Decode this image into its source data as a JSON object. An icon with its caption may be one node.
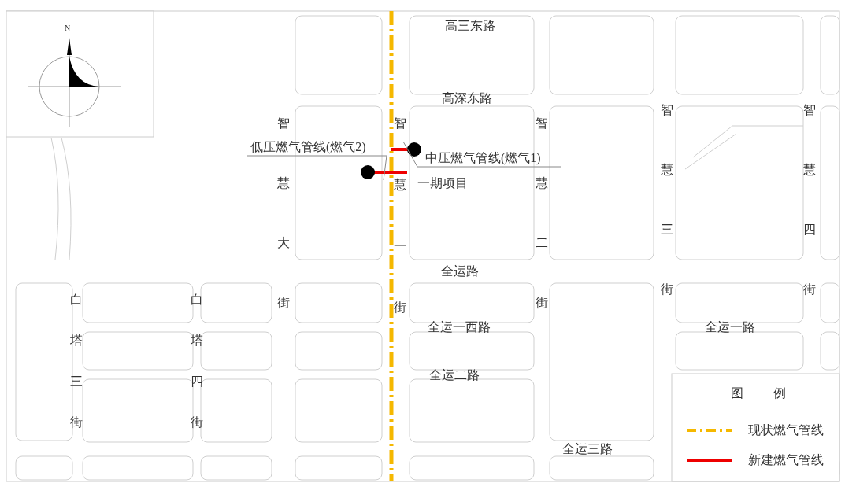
{
  "diagram": {
    "nodes": [
      {
        "text": [
          "低压燃气管线(燃气2)"
        ]
      },
      {
        "text": [
          "中压燃气管线(燃气1)"
        ]
      },
      {
        "text": [],
        "shape": "bar"
      },
      {
        "text": [],
        "shape": "bar"
      }
    ],
    "edges": [
      {
        "from": 0,
        "to": 3,
        "arrow": "none"
      },
      {
        "from": 1,
        "to": 2,
        "arrow": "none"
      }
    ],
    "labels": [
      "N",
      "高三东路",
      "高深东路",
      "智慧大街",
      "智慧一街",
      "智慧二街",
      "智慧三街",
      "智慧四街",
      "一期项目",
      "全运路",
      "白塔三街",
      "白塔四街",
      "全运一西路",
      "全运一路",
      "全运二路",
      "全运三路",
      "图例"
    ],
    "legend": [
      {
        "text": "现状燃气管线"
      },
      {
        "text": "新建燃气管线"
      }
    ]
  }
}
